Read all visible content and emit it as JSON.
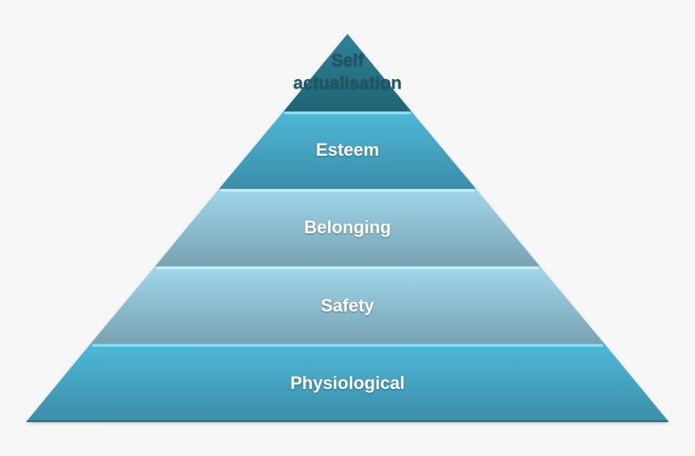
{
  "diagram": {
    "type": "pyramid",
    "levels": [
      {
        "label_lines": [
          "Self",
          "actualisation"
        ],
        "color_top": "#2f8296",
        "color_bottom": "#206475",
        "text_color": "#1d5566"
      },
      {
        "label": "Esteem",
        "color_top": "#4db6d6",
        "color_bottom": "#3a8ea8",
        "text_color": "#ffffff"
      },
      {
        "label": "Belonging",
        "color_top": "#9dd4e6",
        "color_bottom": "#7ba6b5",
        "text_color": "#ffffff"
      },
      {
        "label": "Safety",
        "color_top": "#9dd4e6",
        "color_bottom": "#7ba6b5",
        "text_color": "#ffffff"
      },
      {
        "label": "Physiological",
        "color_top": "#4db6d6",
        "color_bottom": "#3a8ea8",
        "text_color": "#ffffff"
      }
    ],
    "background": "#f7f7f7"
  }
}
